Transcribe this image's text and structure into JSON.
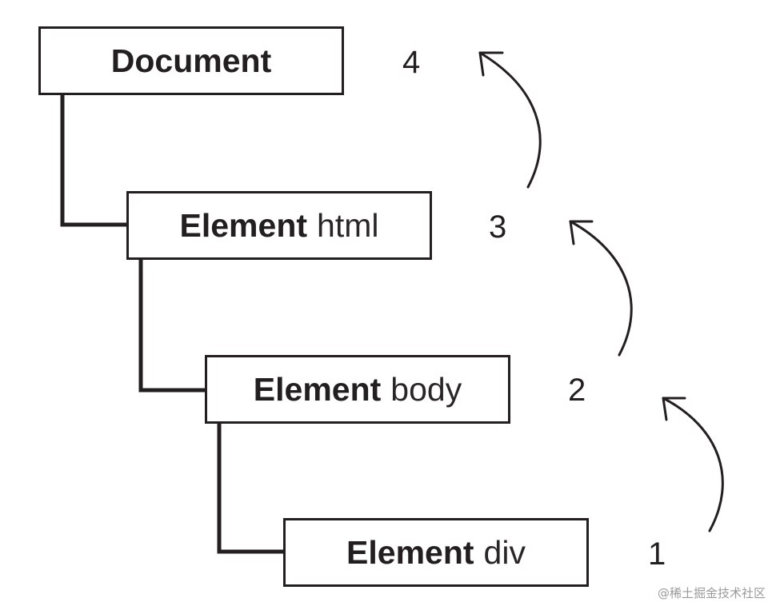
{
  "nodes": [
    {
      "kind": "Document",
      "tag": ""
    },
    {
      "kind": "Element",
      "tag": "html"
    },
    {
      "kind": "Element",
      "tag": "body"
    },
    {
      "kind": "Element",
      "tag": "div"
    }
  ],
  "steps": [
    "4",
    "3",
    "2",
    "1"
  ],
  "watermark": "@稀土掘金技术社区"
}
